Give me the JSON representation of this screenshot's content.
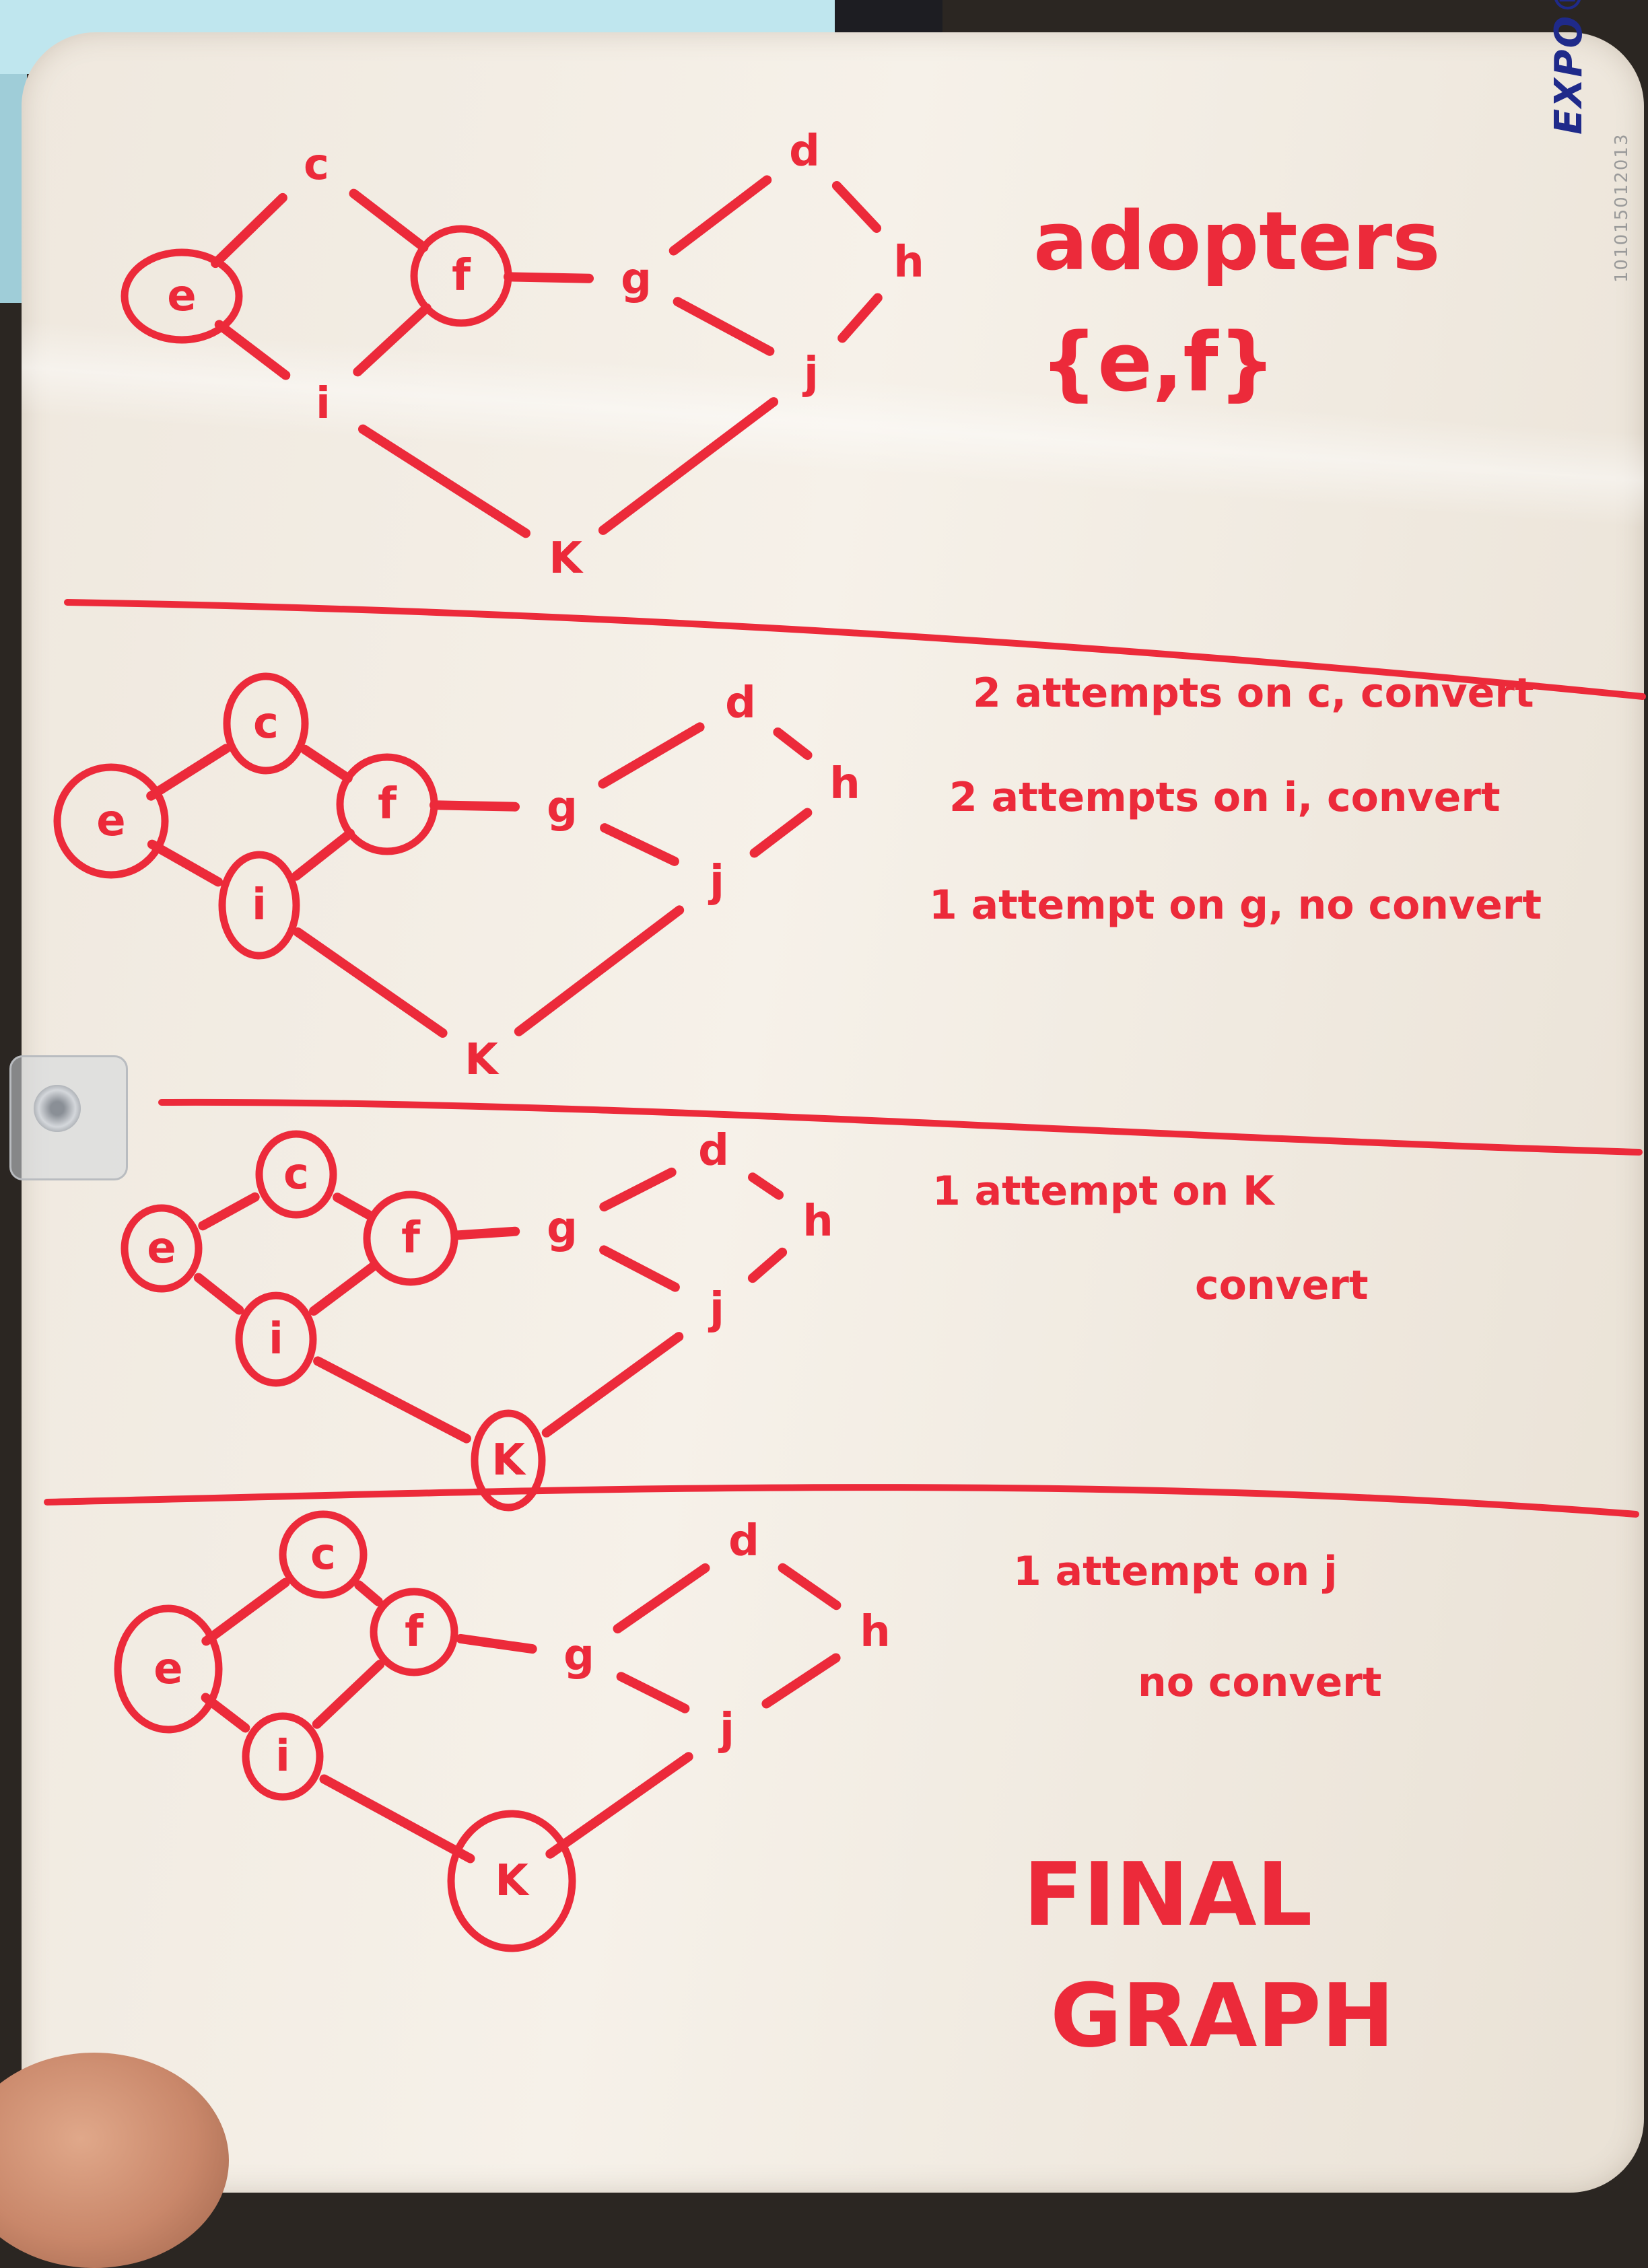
{
  "board": {
    "brand": "EXPO®",
    "serial": "101015012013"
  },
  "graph": {
    "nodes": [
      "c",
      "d",
      "e",
      "f",
      "g",
      "h",
      "i",
      "j",
      "K"
    ],
    "edges": [
      [
        "e",
        "c"
      ],
      [
        "c",
        "f"
      ],
      [
        "e",
        "i"
      ],
      [
        "i",
        "f"
      ],
      [
        "f",
        "g"
      ],
      [
        "g",
        "d"
      ],
      [
        "d",
        "h"
      ],
      [
        "g",
        "j"
      ],
      [
        "j",
        "h"
      ],
      [
        "i",
        "K"
      ],
      [
        "K",
        "j"
      ]
    ]
  },
  "panels": [
    {
      "circled": [
        "e",
        "f"
      ],
      "notes": [
        "adopters",
        "{e,f}"
      ]
    },
    {
      "circled": [
        "e",
        "c",
        "f",
        "i"
      ],
      "notes": [
        "2 attempts on c, convert",
        "2 attempts on i, convert",
        "1 attempt on g, no convert"
      ]
    },
    {
      "circled": [
        "e",
        "c",
        "f",
        "i",
        "K"
      ],
      "notes": [
        "1 attempt on K",
        "convert"
      ]
    },
    {
      "circled": [
        "e",
        "c",
        "f",
        "i",
        "K"
      ],
      "notes": [
        "1 attempt on j",
        "no convert"
      ],
      "title_lines": [
        "FINAL",
        "GRAPH"
      ]
    }
  ],
  "colors": {
    "marker": "#ec2a3a",
    "board": "#f2ece3",
    "brand": "#1f2a8a"
  }
}
